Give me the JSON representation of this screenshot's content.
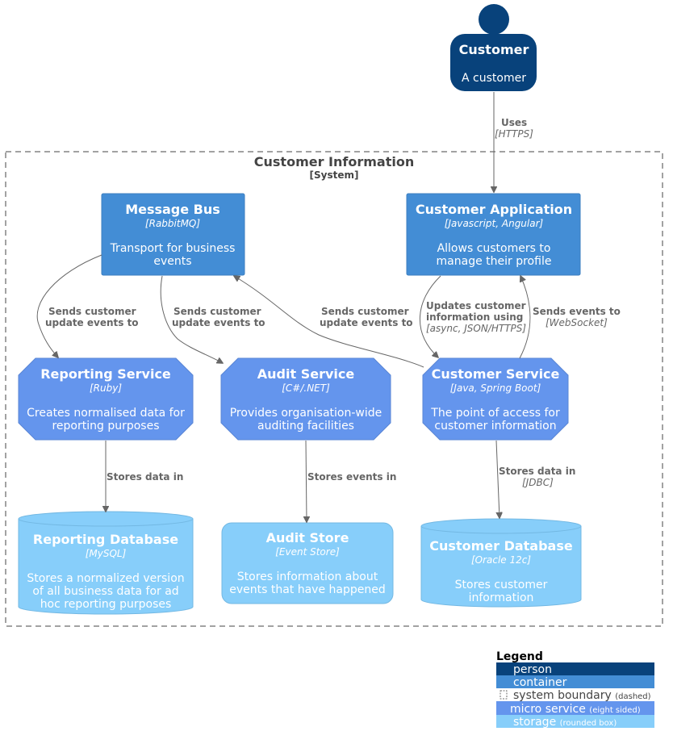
{
  "boundary": {
    "title": "Customer Information",
    "subtitle": "[System]"
  },
  "nodes": {
    "customer": {
      "title": "Customer",
      "desc": "A customer"
    },
    "message_bus": {
      "title": "Message Bus",
      "tech": "[RabbitMQ]",
      "desc": [
        "Transport for business",
        "events"
      ]
    },
    "customer_app": {
      "title": "Customer Application",
      "tech": "[Javascript, Angular]",
      "desc": [
        "Allows customers to",
        "manage their profile"
      ]
    },
    "reporting_service": {
      "title": "Reporting Service",
      "tech": "[Ruby]",
      "desc": [
        "Creates normalised data for",
        "reporting purposes"
      ]
    },
    "audit_service": {
      "title": "Audit Service",
      "tech": "[C#/.NET]",
      "desc": [
        "Provides organisation-wide",
        "auditing facilities"
      ]
    },
    "customer_service": {
      "title": "Customer Service",
      "tech": "[Java, Spring Boot]",
      "desc": [
        "The point of access for",
        "customer information"
      ]
    },
    "reporting_db": {
      "title": "Reporting Database",
      "tech": "[MySQL]",
      "desc": [
        "Stores a normalized version",
        "of all business data for ad",
        "hoc reporting purposes"
      ]
    },
    "audit_store": {
      "title": "Audit Store",
      "tech": "[Event Store]",
      "desc": [
        "Stores information about",
        "events that have happened"
      ]
    },
    "customer_db": {
      "title": "Customer Database",
      "tech": "[Oracle 12c]",
      "desc": [
        "Stores customer",
        "information"
      ]
    }
  },
  "edges": {
    "uses": {
      "label": "Uses",
      "tech": "[HTTPS]"
    },
    "bus_to_reporting": {
      "label": [
        "Sends customer",
        "update events to"
      ]
    },
    "bus_to_audit": {
      "label": [
        "Sends customer",
        "update events to"
      ]
    },
    "service_to_bus": {
      "label": [
        "Sends customer",
        "update events to"
      ]
    },
    "app_to_service": {
      "label": [
        "Updates customer",
        "information using"
      ],
      "tech": "[async, JSON/HTTPS]"
    },
    "service_to_app": {
      "label": "Sends events to",
      "tech": "[WebSocket]"
    },
    "reporting_to_db": {
      "label": "Stores data in"
    },
    "audit_to_store": {
      "label": "Stores events in"
    },
    "service_to_db": {
      "label": "Stores data in",
      "tech": "[JDBC]"
    }
  },
  "legend": {
    "title": "Legend",
    "items": [
      {
        "label": "person",
        "note": ""
      },
      {
        "label": "container",
        "note": ""
      },
      {
        "label": "system boundary",
        "note": "(dashed)"
      },
      {
        "label": "micro service",
        "note": "(eight sided)"
      },
      {
        "label": "storage",
        "note": "(rounded box)"
      }
    ],
    "colors": {
      "person": "#08427B",
      "container": "#438DD5",
      "boundary": "#ffffff",
      "micro_service": "#6495ED",
      "storage": "#87CEFA"
    }
  }
}
